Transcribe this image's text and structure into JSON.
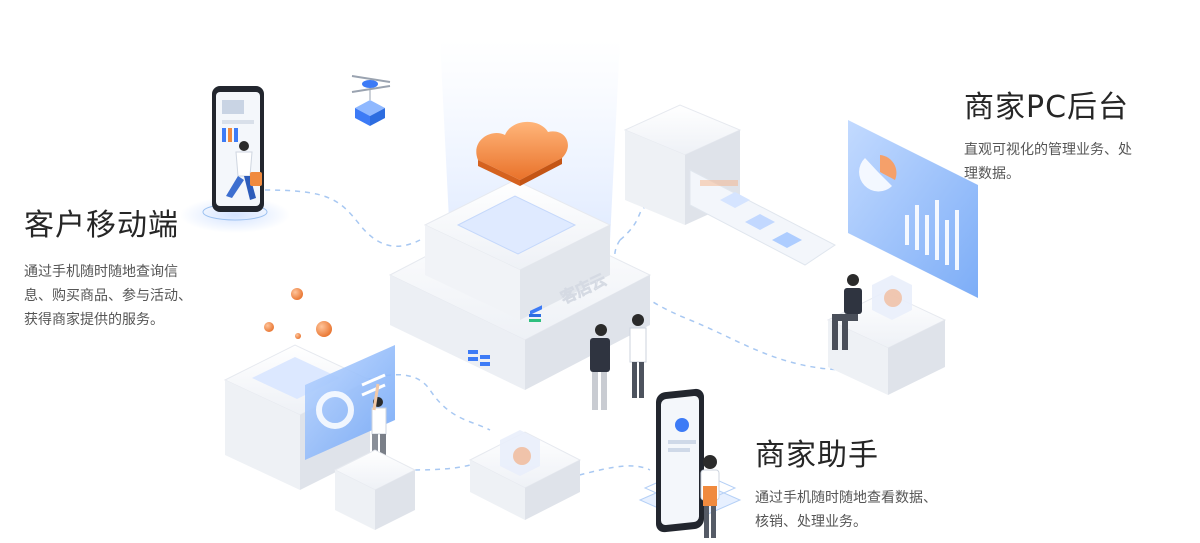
{
  "sections": {
    "mobile": {
      "title": "客户移动端",
      "desc_line1": "通过手机随时随地查询信",
      "desc_line2": "息、购买商品、参与活动、",
      "desc_line3": "获得商家提供的服务。"
    },
    "pc": {
      "title": "商家PC后台",
      "desc_line1": "直观可视化的管理业务、处",
      "desc_line2": "理数据。"
    },
    "assistant": {
      "title": "商家助手",
      "desc_line1": "通过手机随时随地查看数据、",
      "desc_line2": "核销、处理业务。"
    }
  },
  "brand": {
    "logo_text": "客店云"
  },
  "colors": {
    "accent_blue": "#3d7bf6",
    "light_blue": "#8fb8ff",
    "cloud_orange": "#f08a3e",
    "dash_blue": "#9cc1f0"
  },
  "icons": [
    "cloud-icon",
    "drone-icon",
    "server-icon",
    "phone-icon",
    "chart-icon"
  ]
}
